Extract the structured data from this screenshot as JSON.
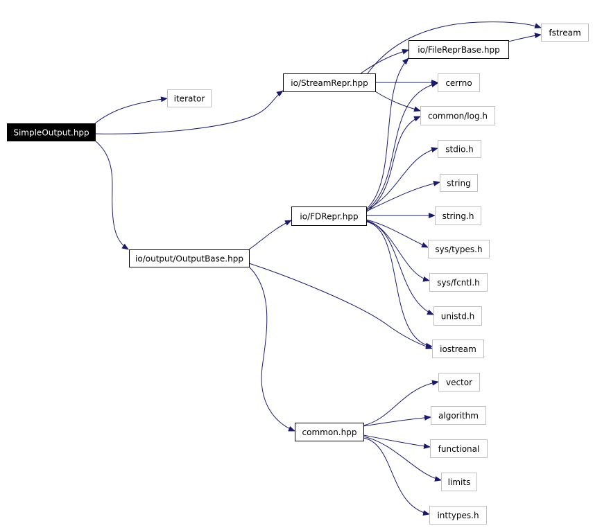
{
  "diagram": {
    "colors": {
      "edge": "#191970",
      "root_fill": "#000000",
      "root_text": "#ffffff",
      "local_border": "#000000",
      "system_border": "#bfbfbf",
      "text": "#000000"
    },
    "nodes": [
      {
        "id": "simpleoutput",
        "label": "SimpleOutput.hpp",
        "kind": "root"
      },
      {
        "id": "iterator",
        "label": "iterator",
        "kind": "system"
      },
      {
        "id": "streamrepr",
        "label": "io/StreamRepr.hpp",
        "kind": "local"
      },
      {
        "id": "outputbase",
        "label": "io/output/OutputBase.hpp",
        "kind": "local"
      },
      {
        "id": "filereprbase",
        "label": "io/FileReprBase.hpp",
        "kind": "local"
      },
      {
        "id": "fstream",
        "label": "fstream",
        "kind": "system"
      },
      {
        "id": "cerrno",
        "label": "cerrno",
        "kind": "system"
      },
      {
        "id": "commonlog",
        "label": "common/log.h",
        "kind": "system"
      },
      {
        "id": "stdio",
        "label": "stdio.h",
        "kind": "system"
      },
      {
        "id": "string",
        "label": "string",
        "kind": "system"
      },
      {
        "id": "stringh",
        "label": "string.h",
        "kind": "system"
      },
      {
        "id": "systypes",
        "label": "sys/types.h",
        "kind": "system"
      },
      {
        "id": "sysfcntl",
        "label": "sys/fcntl.h",
        "kind": "system"
      },
      {
        "id": "unistd",
        "label": "unistd.h",
        "kind": "system"
      },
      {
        "id": "iostream",
        "label": "iostream",
        "kind": "system"
      },
      {
        "id": "fdrepr",
        "label": "io/FDRepr.hpp",
        "kind": "local"
      },
      {
        "id": "commonhpp",
        "label": "common.hpp",
        "kind": "local"
      },
      {
        "id": "vector",
        "label": "vector",
        "kind": "system"
      },
      {
        "id": "algorithm",
        "label": "algorithm",
        "kind": "system"
      },
      {
        "id": "functional",
        "label": "functional",
        "kind": "system"
      },
      {
        "id": "limits",
        "label": "limits",
        "kind": "system"
      },
      {
        "id": "inttypes",
        "label": "inttypes.h",
        "kind": "system"
      }
    ],
    "edges": [
      {
        "from": "simpleoutput",
        "to": "iterator"
      },
      {
        "from": "simpleoutput",
        "to": "streamrepr"
      },
      {
        "from": "simpleoutput",
        "to": "outputbase"
      },
      {
        "from": "streamrepr",
        "to": "filereprbase"
      },
      {
        "from": "streamrepr",
        "to": "fstream"
      },
      {
        "from": "streamrepr",
        "to": "cerrno"
      },
      {
        "from": "streamrepr",
        "to": "commonlog"
      },
      {
        "from": "filereprbase",
        "to": "fstream"
      },
      {
        "from": "outputbase",
        "to": "fdrepr"
      },
      {
        "from": "outputbase",
        "to": "iostream"
      },
      {
        "from": "outputbase",
        "to": "commonhpp"
      },
      {
        "from": "fdrepr",
        "to": "filereprbase"
      },
      {
        "from": "fdrepr",
        "to": "cerrno"
      },
      {
        "from": "fdrepr",
        "to": "commonlog"
      },
      {
        "from": "fdrepr",
        "to": "stdio"
      },
      {
        "from": "fdrepr",
        "to": "string"
      },
      {
        "from": "fdrepr",
        "to": "stringh"
      },
      {
        "from": "fdrepr",
        "to": "systypes"
      },
      {
        "from": "fdrepr",
        "to": "sysfcntl"
      },
      {
        "from": "fdrepr",
        "to": "unistd"
      },
      {
        "from": "fdrepr",
        "to": "iostream"
      },
      {
        "from": "commonhpp",
        "to": "vector"
      },
      {
        "from": "commonhpp",
        "to": "algorithm"
      },
      {
        "from": "commonhpp",
        "to": "functional"
      },
      {
        "from": "commonhpp",
        "to": "limits"
      },
      {
        "from": "commonhpp",
        "to": "inttypes"
      }
    ]
  }
}
